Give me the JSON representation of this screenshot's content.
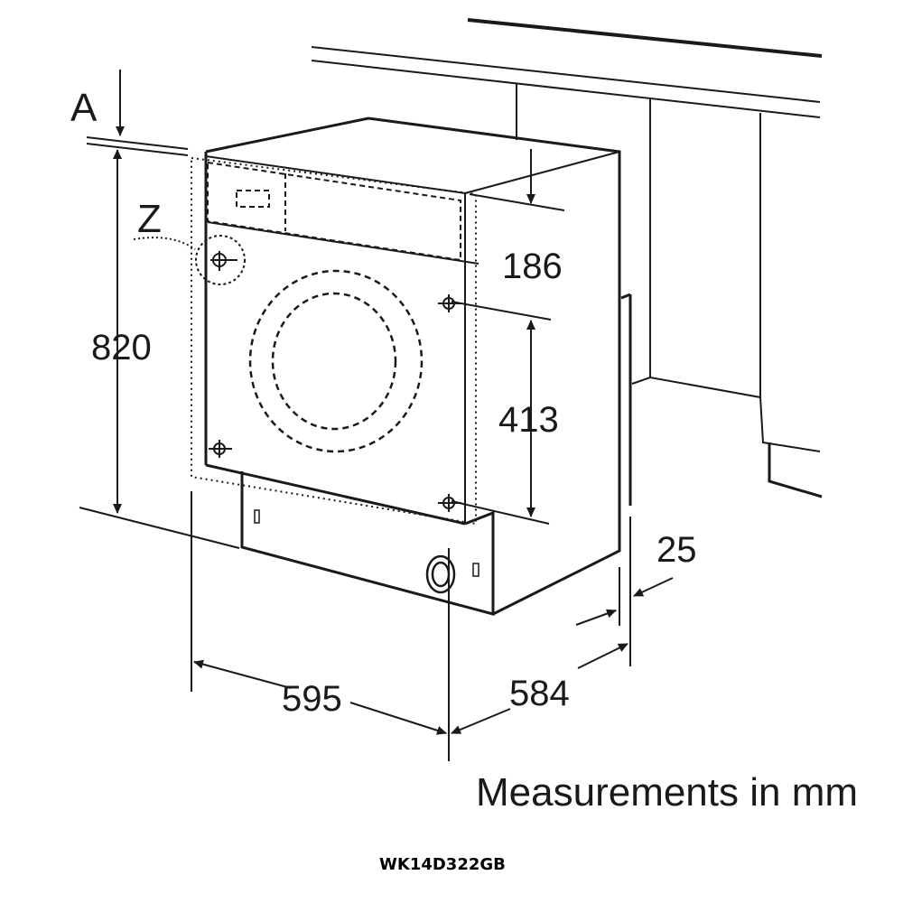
{
  "diagram": {
    "labels": {
      "a": "A",
      "z": "Z",
      "height": "820",
      "top_offset": "186",
      "hinge_spacing": "413",
      "width": "595",
      "depth": "584",
      "door_gap": "25"
    },
    "caption": "Measurements in mm",
    "model": "WK14D322GB"
  }
}
